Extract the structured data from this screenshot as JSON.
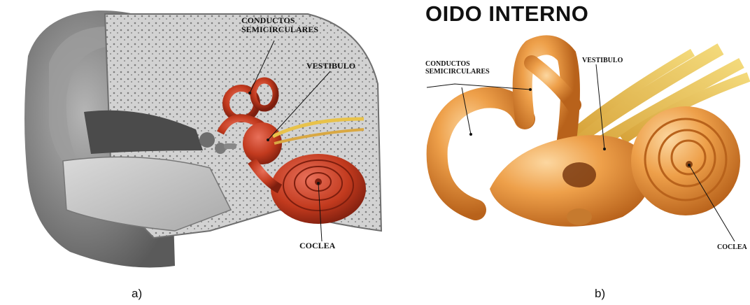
{
  "panel_a": {
    "labels": {
      "conductos": "CONDUCTOS\nSEMICIRCULARES",
      "vestibulo": "VESTIBULO",
      "coclea": "COCLEA"
    },
    "caption": "a)"
  },
  "panel_b": {
    "title": "OIDO INTERNO",
    "labels": {
      "conductos": "CONDUCTOS\nSEMICIRCULARES",
      "vestibulo": "VESTIBULO",
      "coclea": "COCLEA"
    },
    "caption": "b)"
  },
  "colors": {
    "bone": "#cfcfcf",
    "skin": "#8a8a8a",
    "inner_ear_red": "#c23a1e",
    "labyrinth_orange": "#e8912e",
    "nerve_yellow": "#e8c24a"
  }
}
